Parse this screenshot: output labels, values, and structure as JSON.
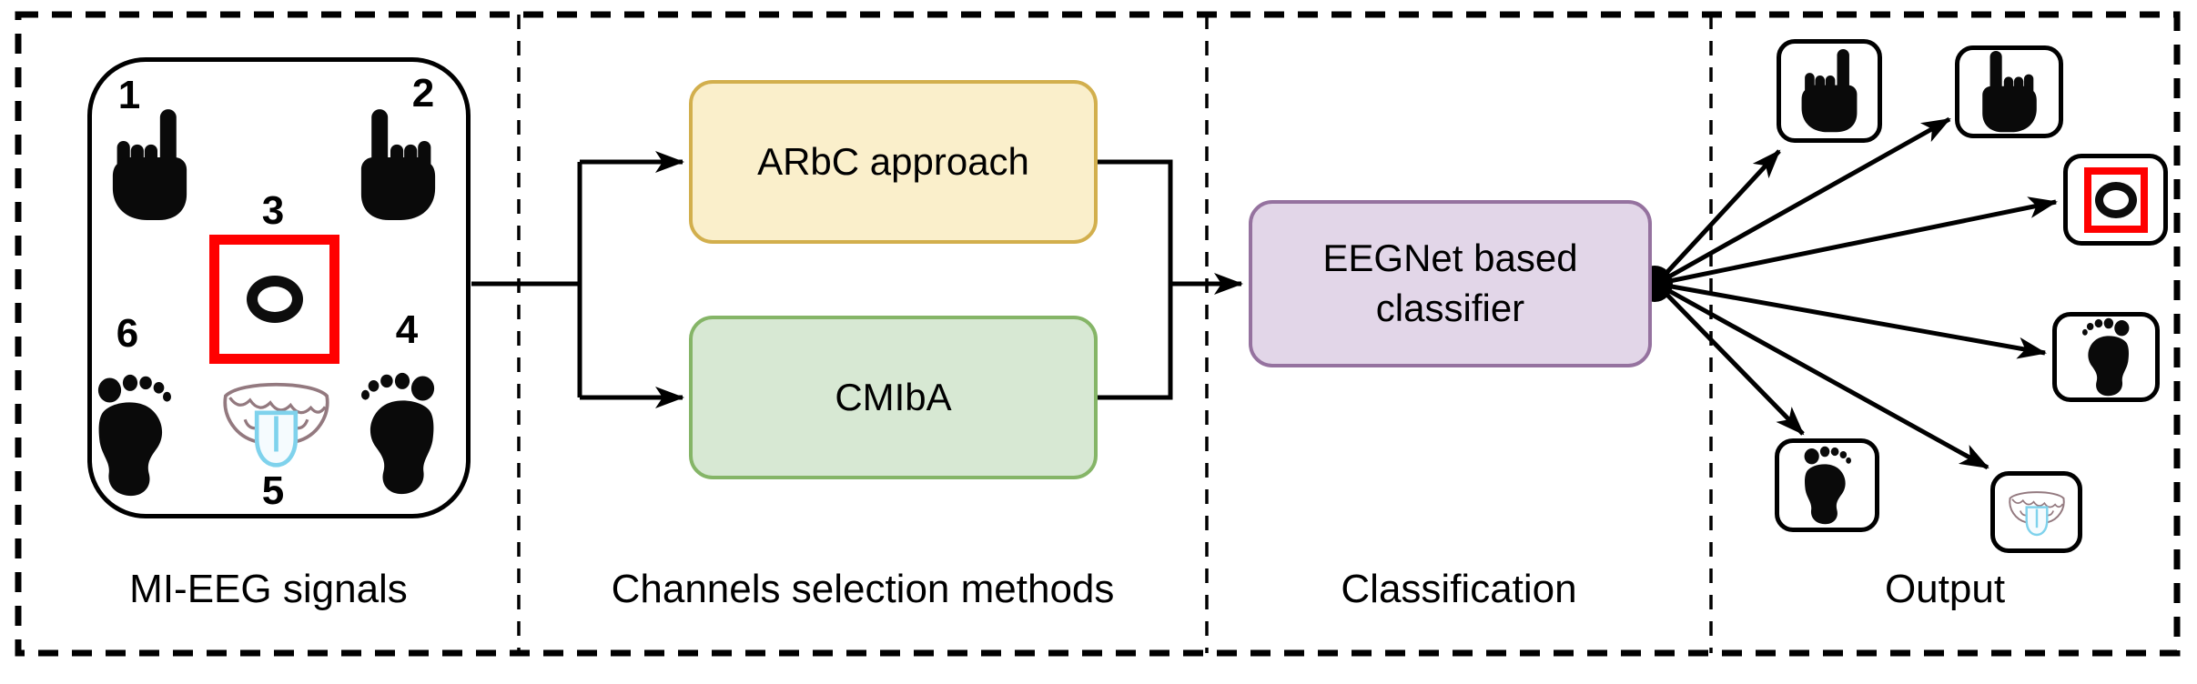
{
  "figure": {
    "type": "pipeline-diagram",
    "background": "#ffffff"
  },
  "sections": {
    "signals": {
      "label": "MI-EEG signals"
    },
    "methods": {
      "label": "Channels selection methods"
    },
    "classification": {
      "label": "Classification"
    },
    "output": {
      "label": "Output"
    }
  },
  "stimulus_panel": {
    "numbers": {
      "n1": "1",
      "n2": "2",
      "n3": "3",
      "n4": "4",
      "n5": "5",
      "n6": "6"
    },
    "icons": {
      "n1": "left-hand",
      "n2": "right-hand",
      "n3": "fixation-circle-in-red-square",
      "n4": "right-foot",
      "n5": "tongue",
      "n6": "left-foot"
    }
  },
  "methods_boxes": {
    "arbc": {
      "label": "ARbC approach",
      "fill": "#FAEFCB",
      "border": "#D2AF4D"
    },
    "cmiba": {
      "label": "CMIbA",
      "fill": "#D7E8D3",
      "border": "#85B567"
    }
  },
  "classifier_box": {
    "label": "EEGNet based classifier",
    "line1": "EEGNet based",
    "line2": "classifier",
    "fill": "#E2D6E8",
    "border": "#95729F"
  },
  "output_icons": [
    "left-hand",
    "right-hand",
    "fixation-circle-in-red-square",
    "right-foot",
    "left-foot",
    "tongue"
  ],
  "colors": {
    "line": "#000000",
    "stimulus_red": "#FF0000",
    "tongue_blue": "#7FD2EC",
    "mouth_outline": "#93797F"
  }
}
